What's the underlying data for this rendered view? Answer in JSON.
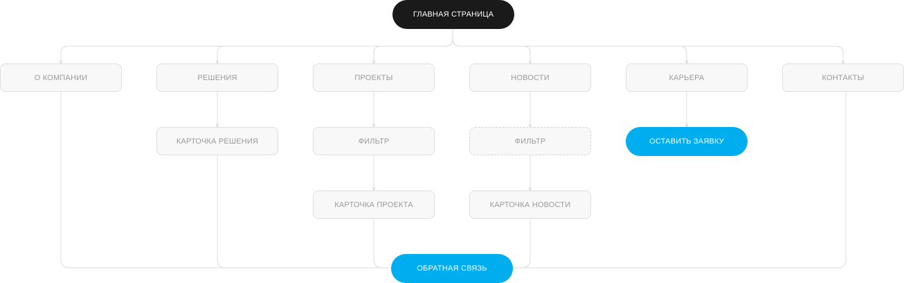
{
  "colors": {
    "dark": "#1a1a1a",
    "accent": "#00aeef",
    "node_fill": "#f8f8f8",
    "node_border": "#dedede",
    "node_text": "#9a9a9a",
    "line": "#dcdcdc"
  },
  "nodes": {
    "home": "ГЛАВНАЯ СТРАНИЦА",
    "about": "О КОМПАНИИ",
    "solutions": "РЕШЕНИЯ",
    "projects": "ПРОЕКТЫ",
    "news": "НОВОСТИ",
    "careers": "КАРЬЕРА",
    "contacts": "КОНТАКТЫ",
    "solution_card": "КАРТОЧКА РЕШЕНИЯ",
    "projects_filter": "ФИЛЬТР",
    "news_filter": "ФИЛЬТР",
    "apply": "ОСТАВИТЬ ЗАЯВКУ",
    "project_card": "КАРТОЧКА ПРОЕКТА",
    "news_card": "КАРТОЧКА НОВОСТИ",
    "feedback": "ОБРАТНАЯ СВЯЗЬ"
  }
}
